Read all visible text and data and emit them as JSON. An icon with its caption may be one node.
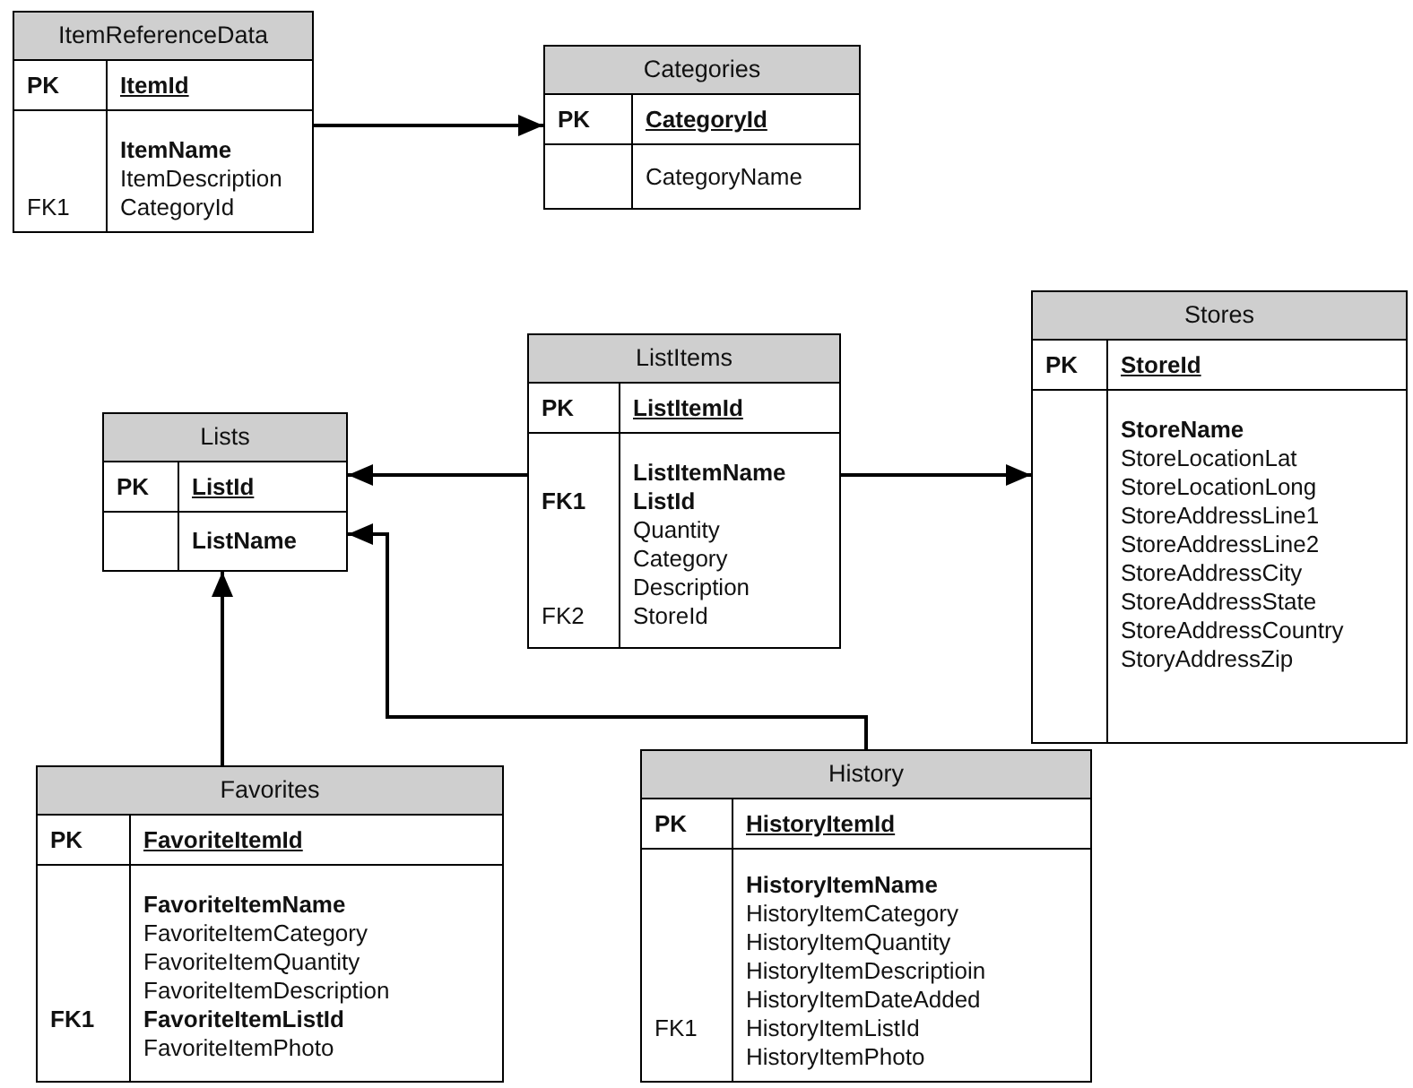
{
  "diagram": {
    "nodes": [
      {
        "text": [
          "ItemReferenceData"
        ]
      },
      {
        "text": [
          "PK",
          "ItemId"
        ],
        "in": 0
      },
      {
        "text": [
          "**ItemName**"
        ],
        "in": 0
      },
      {
        "text": [
          "ItemDescription"
        ],
        "in": 0
      },
      {
        "text": [
          "FK1",
          "CategoryId"
        ],
        "in": 0
      },
      {
        "text": [
          "Categories"
        ]
      },
      {
        "text": [
          "PK",
          "CategoryId"
        ],
        "in": 5
      },
      {
        "text": [
          "CategoryName"
        ],
        "in": 5
      },
      {
        "text": [
          "Lists"
        ]
      },
      {
        "text": [
          "PK",
          "ListId"
        ],
        "in": 8
      },
      {
        "text": [
          "**ListName**"
        ],
        "in": 8
      },
      {
        "text": [
          "ListItems"
        ]
      },
      {
        "text": [
          "PK",
          "ListItemId"
        ],
        "in": 11
      },
      {
        "text": [
          "**ListItemName**"
        ],
        "in": 11
      },
      {
        "text": [
          "**FK1**",
          "**ListId**"
        ],
        "in": 11
      },
      {
        "text": [
          "Quantity"
        ],
        "in": 11
      },
      {
        "text": [
          "Category"
        ],
        "in": 11
      },
      {
        "text": [
          "Description"
        ],
        "in": 11
      },
      {
        "text": [
          "FK2",
          "StoreId"
        ],
        "in": 11
      },
      {
        "text": [
          "Stores"
        ]
      },
      {
        "text": [
          "PK",
          "StoreId"
        ],
        "in": 19
      },
      {
        "text": [
          "**StoreName**"
        ],
        "in": 19
      },
      {
        "text": [
          "StoreLocationLat"
        ],
        "in": 19
      },
      {
        "text": [
          "StoreLocationLong"
        ],
        "in": 19
      },
      {
        "text": [
          "StoreAddressLine1"
        ],
        "in": 19
      },
      {
        "text": [
          "StoreAddressLine2"
        ],
        "in": 19
      },
      {
        "text": [
          "StoreAddressCity"
        ],
        "in": 19
      },
      {
        "text": [
          "StoreAddressState"
        ],
        "in": 19
      },
      {
        "text": [
          "StoreAddressCountry"
        ],
        "in": 19
      },
      {
        "text": [
          "StoryAddressZip"
        ],
        "in": 19
      },
      {
        "text": [
          "Favorites"
        ]
      },
      {
        "text": [
          "PK",
          "FavoriteItemId"
        ],
        "in": 30
      },
      {
        "text": [
          "**FavoriteItemName**"
        ],
        "in": 30
      },
      {
        "text": [
          "FavoriteItemCategory"
        ],
        "in": 30
      },
      {
        "text": [
          "FavoriteItemQuantity"
        ],
        "in": 30
      },
      {
        "text": [
          "FavoriteItemDescription"
        ],
        "in": 30
      },
      {
        "text": [
          "**FK1**",
          "**FavoriteItemListId**"
        ],
        "in": 30
      },
      {
        "text": [
          "FavoriteItemPhoto"
        ],
        "in": 30
      },
      {
        "text": [
          "History"
        ]
      },
      {
        "text": [
          "PK",
          "HistoryItemId"
        ],
        "in": 38
      },
      {
        "text": [
          "**HistoryItemName**"
        ],
        "in": 38
      },
      {
        "text": [
          "HistoryItemCategory"
        ],
        "in": 38
      },
      {
        "text": [
          "HistoryItemQuantity"
        ],
        "in": 38
      },
      {
        "text": [
          "HistoryItemDescriptioin"
        ],
        "in": 38
      },
      {
        "text": [
          "HistoryItemDateAdded"
        ],
        "in": 38
      },
      {
        "text": [
          "FK1",
          "HistoryItemListId"
        ],
        "in": 38
      },
      {
        "text": [
          "HistoryItemPhoto"
        ],
        "in": 38
      }
    ],
    "edges": [
      {
        "from": 0,
        "to": 5,
        "arrow": "to"
      },
      {
        "from": 11,
        "to": 8,
        "arrow": "to"
      },
      {
        "from": 11,
        "to": 19,
        "arrow": "to"
      },
      {
        "from": 30,
        "to": 8,
        "arrow": "to"
      },
      {
        "from": 38,
        "to": 8,
        "arrow": "to"
      }
    ]
  }
}
